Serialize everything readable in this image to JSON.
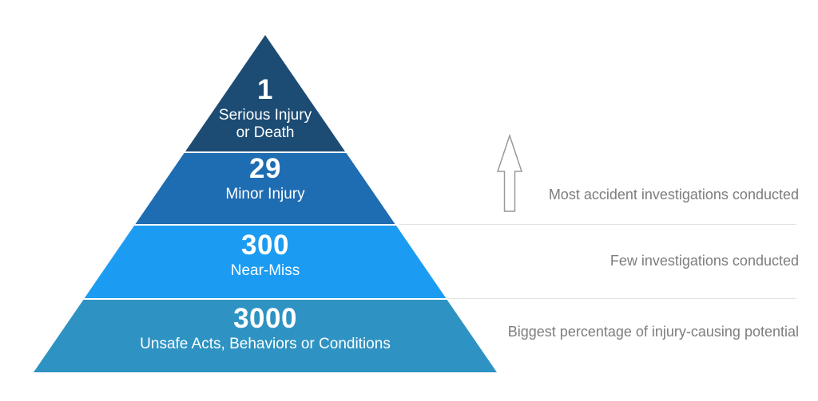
{
  "pyramid": {
    "levels": [
      {
        "value": "1",
        "label_lines": [
          "Serious Injury",
          "or Death"
        ],
        "color": "#1C4C74"
      },
      {
        "value": "29",
        "label_lines": [
          "Minor Injury"
        ],
        "color": "#1E6CB2"
      },
      {
        "value": "300",
        "label_lines": [
          "Near-Miss"
        ],
        "color": "#1B9CF2"
      },
      {
        "value": "3000",
        "label_lines": [
          "Unsafe Acts, Behaviors or Conditions"
        ],
        "color": "#2E93C3"
      }
    ],
    "value_text_color": "#FFFFFF"
  },
  "annotations": {
    "text_color": "#7D7D7D",
    "divider_color": "#E3E3E3",
    "items": [
      {
        "text": "Most accident investigations conducted"
      },
      {
        "text": "Few investigations conducted"
      },
      {
        "text": "Biggest percentage of injury-causing potential"
      }
    ]
  },
  "icons": {
    "up_arrow": {
      "outline_color": "#999999",
      "fill_color": "#FFFFFF"
    }
  }
}
